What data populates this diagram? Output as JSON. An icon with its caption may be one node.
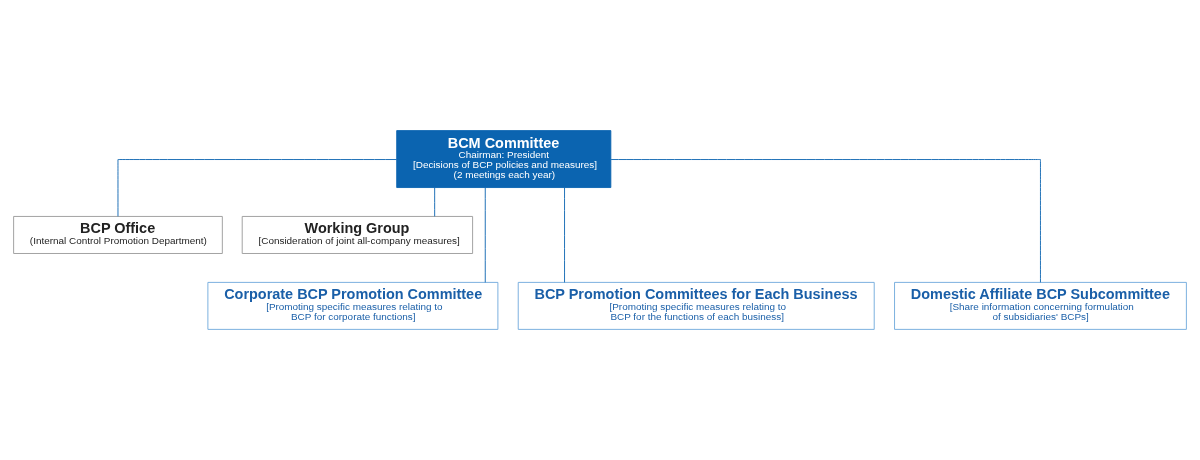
{
  "diagram": {
    "nodes": [
      {
        "text": [
          "BCM Committee",
          "Chairman: President",
          "[Decisions of BCP policies and measures]",
          "(2 meetings each year)"
        ]
      },
      {
        "text": [
          "BCP Office",
          "(Internal Control Promotion Department)"
        ]
      },
      {
        "text": [
          "Working Group",
          "[Consideration of joint all-company measures]"
        ]
      },
      {
        "text": [
          "Corporate BCP Promotion Committee",
          "[Promoting specific measures relating to BCP for corporate functions]"
        ]
      },
      {
        "text": [
          "BCP Promotion Committees for Each Business",
          "[Promoting specific measures relating to BCP for the functions of each business]"
        ]
      },
      {
        "text": [
          "Domestic Affiliate BCP Subcommittee",
          "[Share information concerning formulation of subsidiaries' BCPs]"
        ]
      }
    ],
    "edges": [
      {
        "from": 0,
        "to": 1,
        "arrow": "none"
      },
      {
        "from": 0,
        "to": 2,
        "arrow": "none"
      },
      {
        "from": 0,
        "to": 3,
        "arrow": "none"
      },
      {
        "from": 0,
        "to": 4,
        "arrow": "none"
      },
      {
        "from": 0,
        "to": 5,
        "arrow": "none"
      }
    ]
  }
}
